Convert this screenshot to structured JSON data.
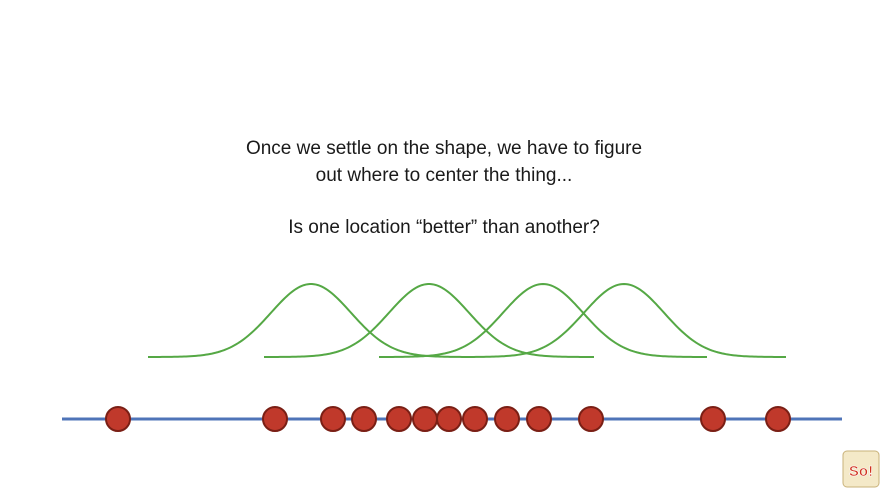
{
  "text": {
    "line1": "Once we settle on the shape, we have to figure",
    "line2": "out where to center the thing...",
    "line3": "Is one location “better” than another?"
  },
  "colors": {
    "curve": "#55a845",
    "axis": "#4f74b8",
    "point_fill": "#c0392b",
    "point_stroke": "#7a1f15"
  },
  "logo": {
    "text": "So!",
    "icon": "statquest-logo-icon"
  }
}
